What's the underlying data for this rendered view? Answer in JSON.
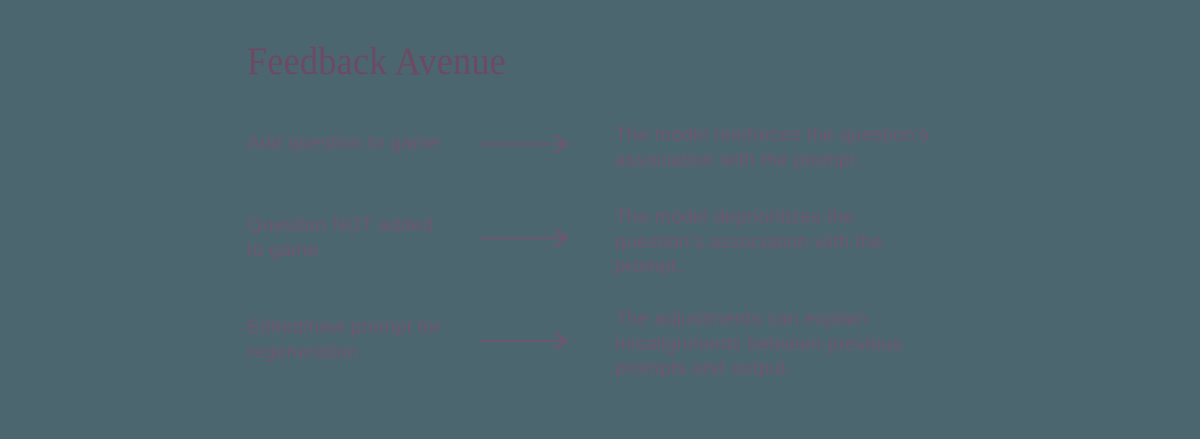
{
  "page": {
    "title": "Feedback Avenue",
    "background_color": "#4c6670",
    "title_color": "#6c4a63",
    "text_color": "#6e5670",
    "arrow_color": "#6e5670"
  },
  "rows": [
    {
      "trigger_line1": "Add question to game",
      "trigger_line2": "",
      "arrow_icon": "arrow-right-icon",
      "outcome_line1": "The model reinforces the question’s",
      "outcome_line2": "association with the prompt.",
      "outcome_line3": ""
    },
    {
      "trigger_line1": "Question NOT added",
      "trigger_line2": "to game",
      "arrow_icon": "arrow-right-icon",
      "outcome_line1": "The model deprioritizes the",
      "outcome_line2": "question’s association with the",
      "outcome_line3": "prompt."
    },
    {
      "trigger_line1": "Edited/new prompt for",
      "trigger_line2": "regeneration",
      "arrow_icon": "arrow-right-icon",
      "outcome_line1": "The adjustments can explain",
      "outcome_line2": "misalignments between previous",
      "outcome_line3": "prompts and output."
    }
  ]
}
